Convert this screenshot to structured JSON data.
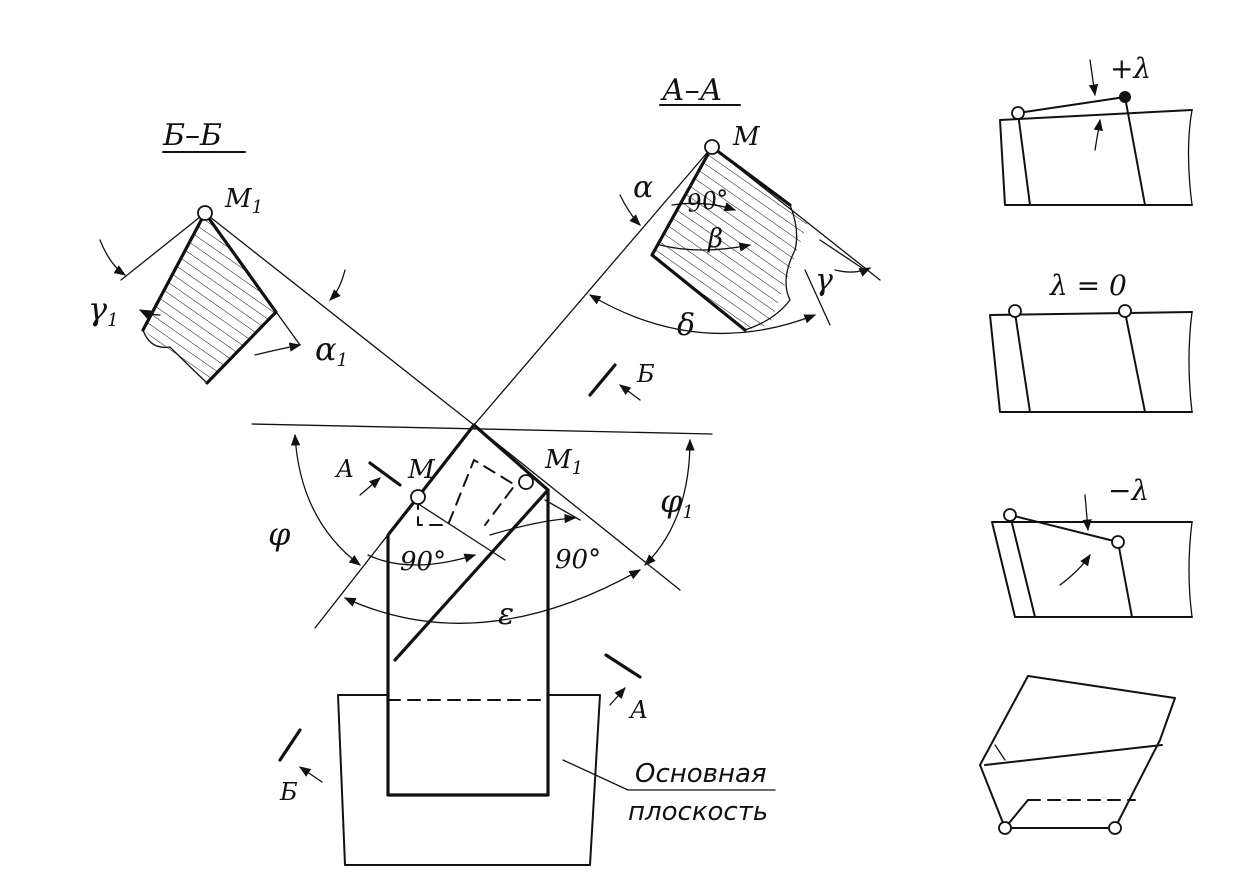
{
  "section_labels": {
    "bb": "Б–Б",
    "aa": "А–А"
  },
  "points": {
    "m": "M",
    "m1": "M",
    "m1_sub": "1"
  },
  "angles": {
    "alpha": "α",
    "beta": "β",
    "gamma": "γ",
    "delta": "δ",
    "gamma1": "γ",
    "gamma1_sub": "1",
    "alpha1": "α",
    "alpha1_sub": "1",
    "phi": "φ",
    "phi1": "φ",
    "phi1_sub": "1",
    "epsilon": "ε",
    "right_angle": "90°"
  },
  "cut_marks": {
    "a": "А",
    "b": "Б"
  },
  "base_plane": {
    "line1": "Основная",
    "line2": "плоскость"
  },
  "lambda": {
    "positive": "+λ",
    "zero": "λ = 0",
    "negative": "−λ"
  },
  "colors": {
    "ink": "#111111",
    "paper": "#ffffff"
  }
}
